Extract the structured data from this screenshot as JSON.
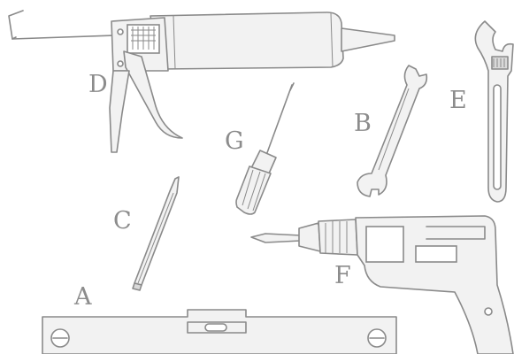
{
  "labels": {
    "a": "A",
    "b": "B",
    "c": "C",
    "d": "D",
    "e": "E",
    "f": "F",
    "g": "G"
  },
  "tools": [
    {
      "letter": "A",
      "icon": "spirit-level-icon"
    },
    {
      "letter": "B",
      "icon": "open-end-wrench-icon"
    },
    {
      "letter": "C",
      "icon": "pencil-icon"
    },
    {
      "letter": "D",
      "icon": "caulking-gun-icon"
    },
    {
      "letter": "E",
      "icon": "adjustable-wrench-icon"
    },
    {
      "letter": "F",
      "icon": "power-drill-icon"
    },
    {
      "letter": "G",
      "icon": "screwdriver-icon"
    }
  ],
  "colors": {
    "outline": "#8a8a8a",
    "fill": "#f2f2f2",
    "label": "#8c8c8c",
    "background": "#ffffff"
  }
}
